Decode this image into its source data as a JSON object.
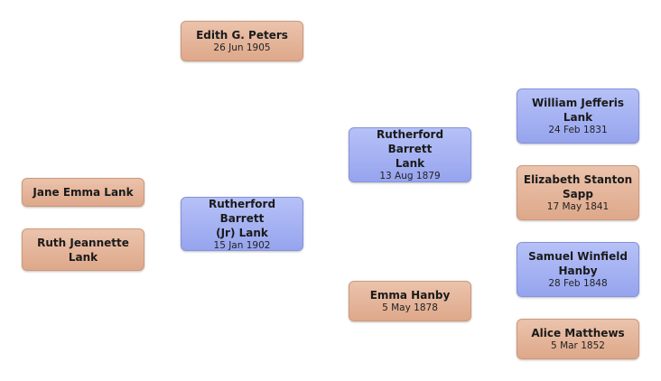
{
  "people": {
    "edith": {
      "name": "Edith G.  Peters",
      "date": "26 Jun 1905",
      "gender": "female"
    },
    "rb_jr": {
      "name": "Rutherford Barrett\n(Jr)  Lank",
      "date": "15 Jan 1902",
      "gender": "male"
    },
    "jane": {
      "name": "Jane Emma  Lank",
      "gender": "female"
    },
    "ruth": {
      "name": "Ruth Jeannette\nLank",
      "gender": "female"
    },
    "rb_sr": {
      "name": "Rutherford  Barrett\nLank",
      "date": "13 Aug 1879",
      "gender": "male"
    },
    "emma": {
      "name": "Emma  Hanby",
      "date": "5 May 1878",
      "gender": "female"
    },
    "william": {
      "name": "William Jefferis\nLank",
      "date": "24 Feb 1831",
      "gender": "male"
    },
    "elizabeth": {
      "name": "Elizabeth Stanton\nSapp",
      "date": "17 May 1841",
      "gender": "female"
    },
    "samuel": {
      "name": "Samuel Winfield\nHanby",
      "date": "28 Feb 1848",
      "gender": "male"
    },
    "alice": {
      "name": "Alice  Matthews",
      "date": "5 Mar 1852",
      "gender": "female"
    }
  },
  "colors": {
    "female_fill": "#dea88a",
    "male_fill": "#96a4ee",
    "background": "#ffffff"
  }
}
